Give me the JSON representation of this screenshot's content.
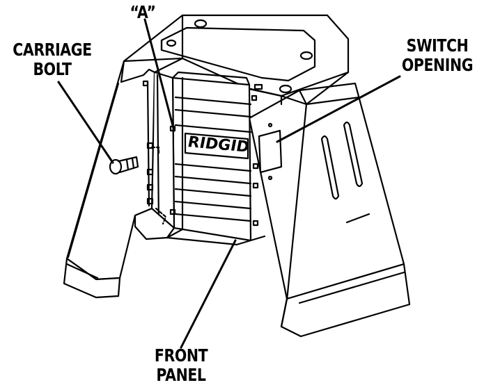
{
  "labels": {
    "carriage_bolt": {
      "line1": "CARRIAGE",
      "line2": "BOLT"
    },
    "a_marker": "“A”",
    "switch_opening": {
      "line1": "SWITCH",
      "line2": "OPENING"
    },
    "front_panel": {
      "line1": "FRONT",
      "line2": "PANEL"
    }
  },
  "brand": "RIDGID",
  "colors": {
    "ink": "#000000",
    "paper": "#ffffff"
  }
}
